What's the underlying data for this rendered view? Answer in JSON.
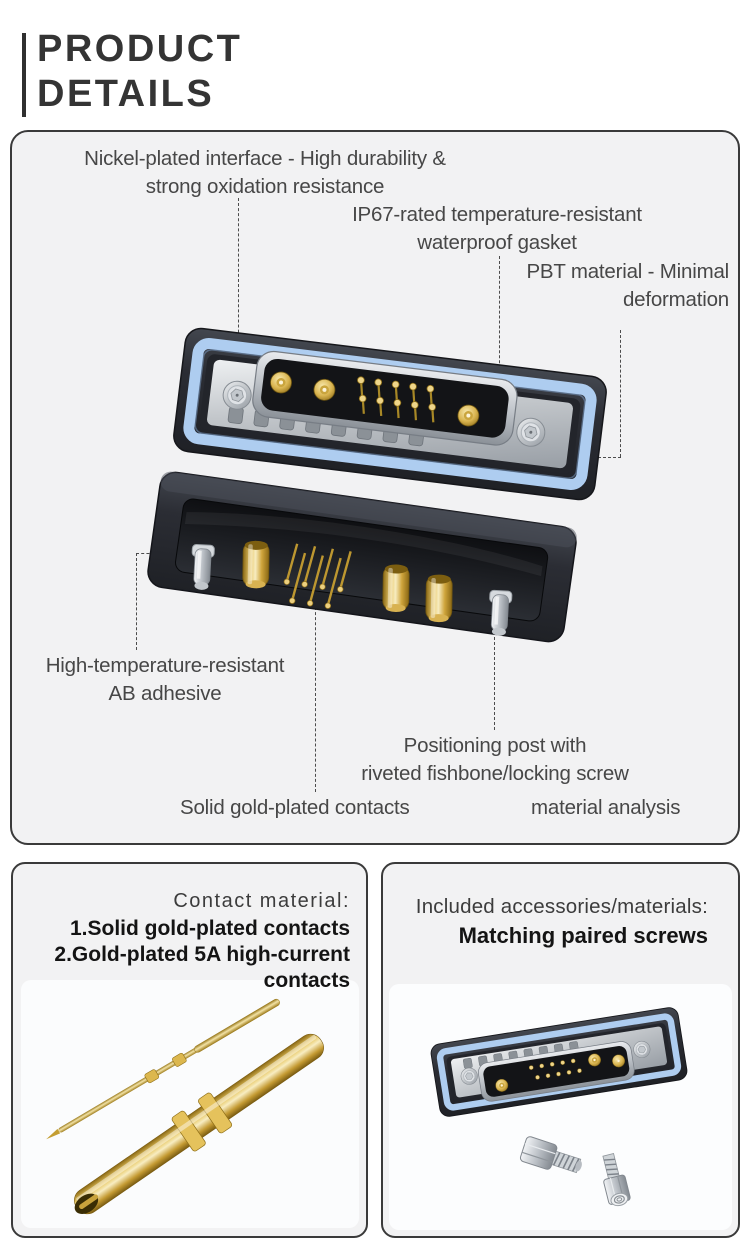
{
  "header": {
    "title": "PRODUCT\nDETAILS"
  },
  "panel": {
    "callouts": {
      "nickel": "Nickel-plated interface - High durability &\nstrong oxidation resistance",
      "gasket": "IP67-rated temperature-resistant\nwaterproof gasket",
      "pbt": "PBT material - Minimal\ndeformation",
      "adhesive": "High-temperature-resistant\nAB adhesive",
      "positioning_post": "Positioning post with\nriveted fishbone/locking screw",
      "contacts": "Solid gold-plated contacts",
      "material_analysis": "material analysis"
    }
  },
  "contact_box": {
    "heading": "Contact material:",
    "items": [
      "1.Solid gold-plated contacts",
      "2.Gold-plated 5A high-current\ncontacts"
    ]
  },
  "accessories_box": {
    "heading": "Included accessories/materials:",
    "item": "Matching paired screws"
  },
  "colors": {
    "accent": "#303030",
    "panel_bg": "#f2f2f3",
    "border_dark": "#3a3a3a",
    "text_gray": "#474747",
    "bold_text": "#141414",
    "gasket_blue": "#aecdf0",
    "gold": "#d9b44f",
    "shell_black": "#26282e",
    "nickel_silver": "#c3c7cb"
  }
}
